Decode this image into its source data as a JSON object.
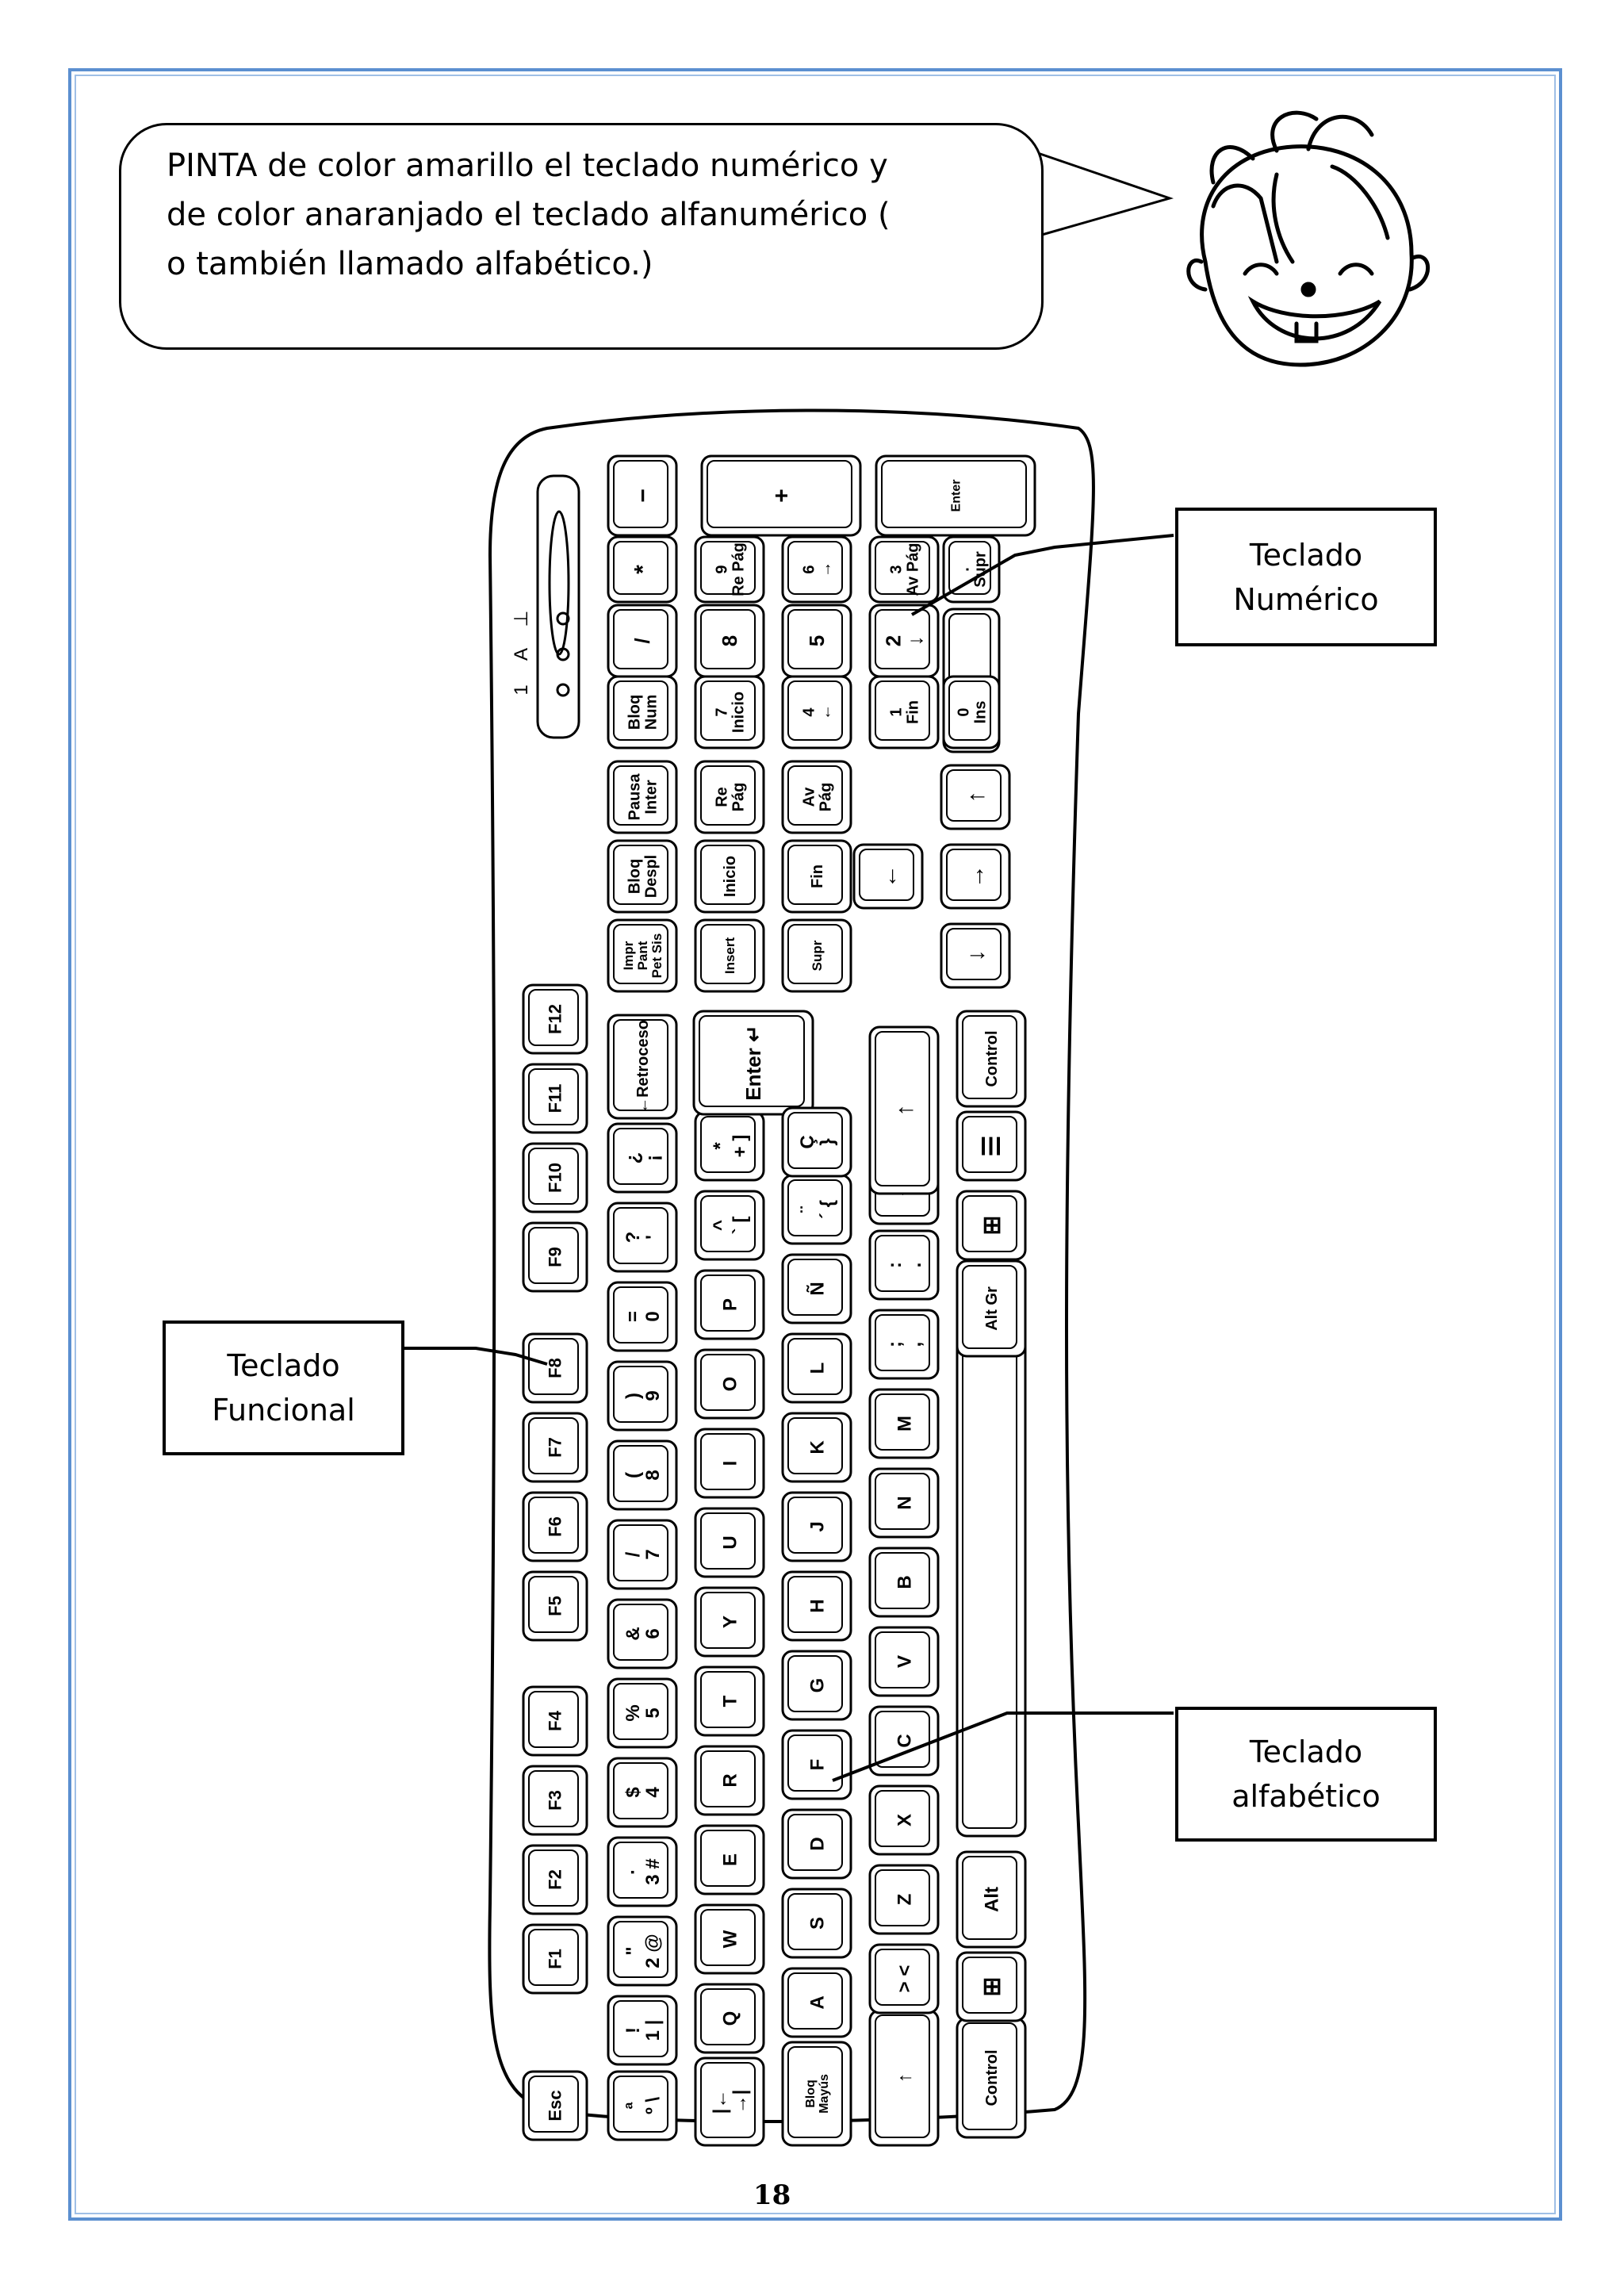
{
  "instruction": {
    "lines": [
      "PINTA de color amarillo el teclado numérico y",
      "de color anaranjado el teclado alfanumérico (",
      "o también llamado alfabético.)"
    ]
  },
  "labels": {
    "numeric": [
      "Teclado",
      "Numérico"
    ],
    "functional": [
      "Teclado",
      "Funcional"
    ],
    "alphabetic": [
      "Teclado",
      "alfabético"
    ]
  },
  "indicators": [
    "1",
    "A",
    "⊥"
  ],
  "page_number": "18",
  "keyboard": {
    "numpad": [
      [
        "−",
        "+",
        "Enter"
      ],
      [
        "*",
        "9\nRe Pág",
        "6\n→",
        "3\nAv Pág",
        ".\nSupr"
      ],
      [
        "/",
        "8",
        "5",
        "2\n↓"
      ],
      [
        "Bloq\nNum",
        "7\nInicio",
        "4\n←",
        "1\nFin",
        "0\nIns"
      ]
    ],
    "nav": [
      [
        "Pausa\nInter",
        "Re\nPág",
        "Av\nPág"
      ],
      [
        "Bloq\nDespl",
        "Inicio",
        "Fin"
      ],
      [
        "Impr\nPant\nPet Sis",
        "Insert",
        "Supr"
      ]
    ],
    "arrows": [
      "↑",
      "←",
      "↓",
      "→"
    ],
    "function_keys": [
      "Esc",
      "F1",
      "F2",
      "F3",
      "F4",
      "F5",
      "F6",
      "F7",
      "F8",
      "F9",
      "F10",
      "F11",
      "F12"
    ],
    "number_row": [
      "ª\nº \\",
      "!\n1 |",
      "\"\n2 @",
      "·\n3 #",
      "$\n4",
      "%\n5",
      "&\n6",
      "/\n7",
      "(\n8",
      ")\n9",
      "=\n0",
      "?\n'",
      "¿\n¡",
      "←Retroceso"
    ],
    "qwerty_row": [
      "|←\n→|",
      "Q",
      "W",
      "E",
      "R",
      "T",
      "Y",
      "U",
      "I",
      "O",
      "P",
      "^\n` [",
      "*\n+ ]",
      "Enter ↵"
    ],
    "asdf_row": [
      "Bloq\nMayús",
      "A",
      "S",
      "D",
      "F",
      "G",
      "H",
      "J",
      "K",
      "L",
      "Ñ",
      "¨\n´ {",
      "Ç\n}"
    ],
    "zxcv_row": [
      "↑",
      "> <",
      "Z",
      "X",
      "C",
      "V",
      "B",
      "N",
      "M",
      ";\n,",
      ":\n.",
      "_\n-",
      "↑"
    ],
    "bottom_row": [
      "Control",
      "⊞",
      "Alt",
      "",
      "Alt Gr",
      "⊞",
      "☰",
      "Control"
    ]
  },
  "colors": {
    "frame": "#5b8fd0",
    "ink": "#000000",
    "paper": "#ffffff"
  }
}
